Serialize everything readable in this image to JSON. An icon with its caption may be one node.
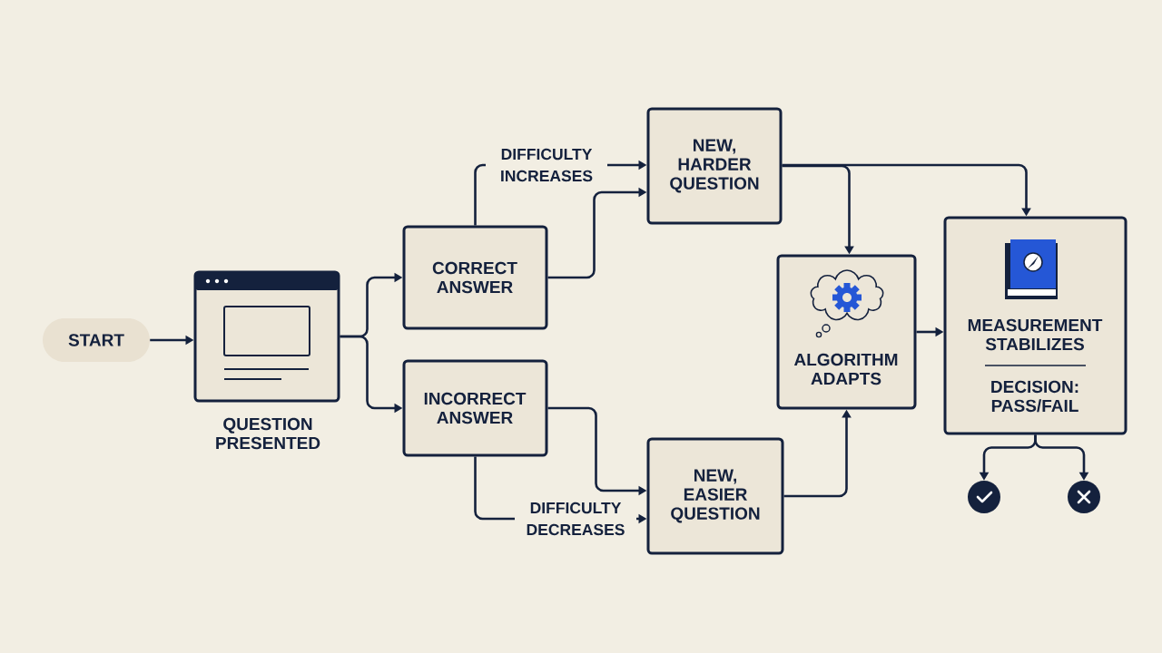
{
  "diagram": {
    "nodes": [
      {
        "text": [
          "START"
        ]
      },
      {
        "text": [
          "QUESTION PRESENTED"
        ]
      },
      {
        "text": [
          "CORRECT ANSWER"
        ]
      },
      {
        "text": [
          "INCORRECT ANSWER"
        ]
      },
      {
        "text": [
          "NEW, HARDER QUESTION"
        ]
      },
      {
        "text": [
          "NEW, EASIER QUESTION"
        ]
      },
      {
        "text": [
          "ALGORITHM ADAPTS"
        ]
      },
      {
        "text": [
          "MEASUREMENT STABILIZES",
          "DECISION: PASS/FAIL"
        ]
      },
      {
        "text": [],
        "shape": "circle"
      },
      {
        "text": [],
        "shape": "circle"
      }
    ],
    "edges": [
      {
        "from": 0,
        "to": 1,
        "arrow": "to"
      },
      {
        "from": 1,
        "to": 2,
        "arrow": "to"
      },
      {
        "from": 1,
        "to": 3,
        "arrow": "to"
      },
      {
        "from": 2,
        "to": 4,
        "arrow": "to",
        "label": "DIFFICULTY INCREASES"
      },
      {
        "from": 2,
        "to": 4,
        "arrow": "to"
      },
      {
        "from": 3,
        "to": 5,
        "arrow": "to"
      },
      {
        "from": 3,
        "to": 5,
        "arrow": "to",
        "label": "DIFFICULTY DECREASES"
      },
      {
        "from": 4,
        "to": 6,
        "arrow": "to"
      },
      {
        "from": 4,
        "to": 7,
        "arrow": "to"
      },
      {
        "from": 5,
        "to": 6,
        "arrow": "to"
      },
      {
        "from": 6,
        "to": 7,
        "arrow": "to"
      },
      {
        "from": 7,
        "to": 8,
        "arrow": "to"
      },
      {
        "from": 7,
        "to": 9,
        "arrow": "to"
      }
    ]
  }
}
